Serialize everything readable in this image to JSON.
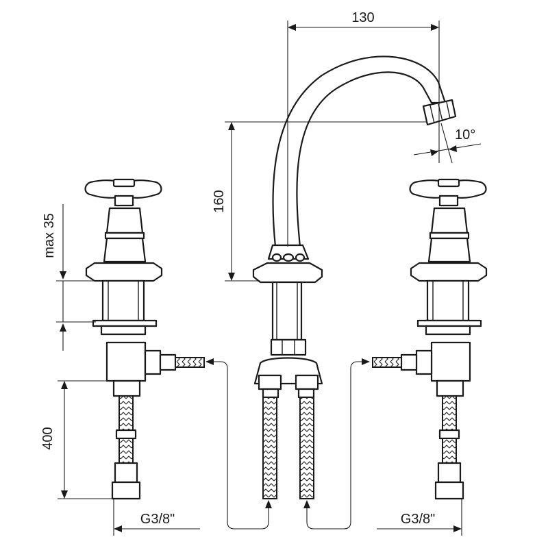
{
  "dimensions": {
    "spout_reach": "130",
    "spout_height": "160",
    "spout_angle": "10°",
    "deck_thickness": "max 35",
    "hose_length": "400",
    "left_thread": "G3/8\"",
    "right_thread": "G3/8\""
  },
  "colors": {
    "line": "#1a1a1a",
    "background": "#ffffff"
  }
}
